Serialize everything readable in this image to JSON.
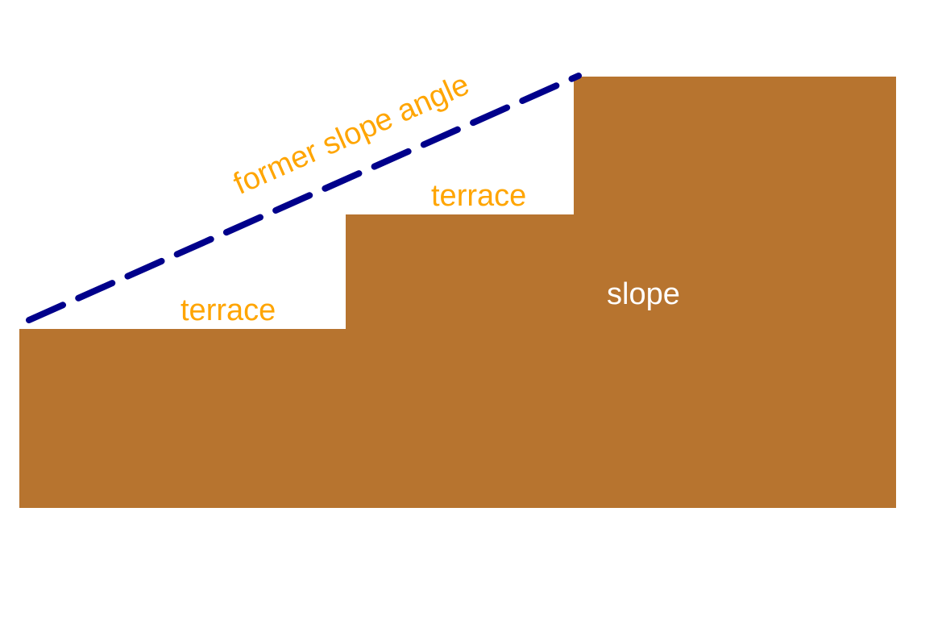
{
  "diagram": {
    "title_none": "",
    "labels": {
      "former_slope_angle": "former slope angle",
      "terrace_lower": "terrace",
      "terrace_upper": "terrace",
      "slope": "slope"
    },
    "colors": {
      "background": "#FFFFFF",
      "landform_brown": "#B7742F",
      "dashed_line_navy": "#00008B",
      "label_orange": "#FFA500",
      "label_white": "#FFFFFF"
    }
  }
}
